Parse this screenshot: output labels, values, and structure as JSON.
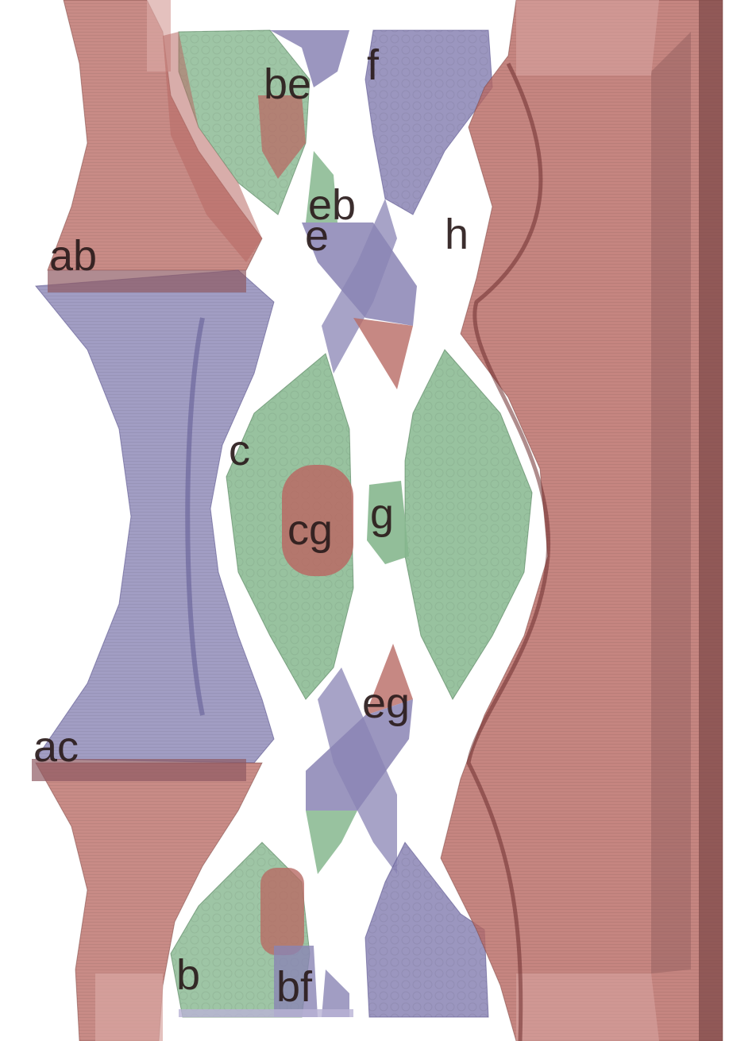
{
  "colors": {
    "red": "#b86a64",
    "red_dark": "#7a3f3c",
    "blue": "#8a84b4",
    "blue_dark": "#5a5490",
    "green": "#86b78e",
    "green_dark": "#4f7d57",
    "label": "#2b1c1c"
  },
  "labels": {
    "ab": "ab",
    "ac": "ac",
    "be": "be",
    "f": "f",
    "eb": "eb",
    "e": "e",
    "h": "h",
    "c": "c",
    "cg": "cg",
    "g": "g",
    "eg": "eg",
    "b": "b",
    "bf": "bf"
  }
}
